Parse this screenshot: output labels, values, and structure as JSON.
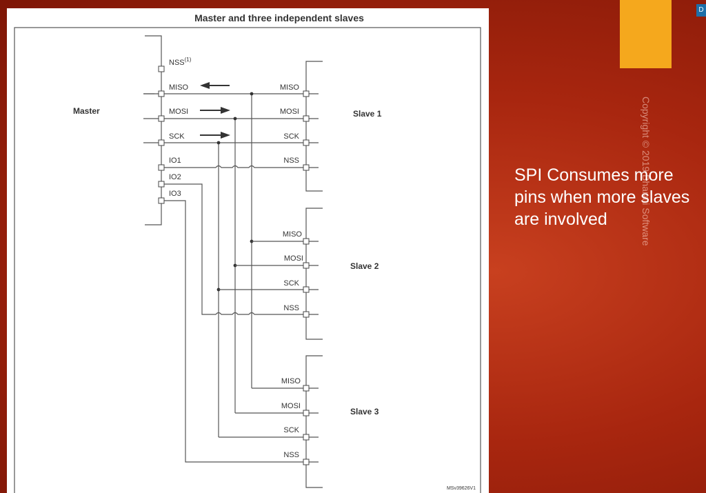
{
  "diagram": {
    "title": "Master and three independent slaves",
    "figure_id": "MSv39626V1",
    "master": {
      "label": "Master",
      "pins": [
        "NSS",
        "MISO",
        "MOSI",
        "SCK",
        "IO1",
        "IO2",
        "IO3"
      ],
      "nss_footnote": "(1)"
    },
    "slaves": [
      {
        "label": "Slave 1",
        "pins": [
          "MISO",
          "MOSI",
          "SCK",
          "NSS"
        ]
      },
      {
        "label": "Slave 2",
        "pins": [
          "MISO",
          "MOSI",
          "SCK",
          "NSS"
        ]
      },
      {
        "label": "Slave 3",
        "pins": [
          "MISO",
          "MOSI",
          "SCK",
          "NSS"
        ]
      }
    ]
  },
  "slide": {
    "caption": "SPI Consumes more pins when more slaves are involved",
    "watermark": "Copyright © 2019 Bharati Software",
    "accent_color": "#f5a81d",
    "background_color": "#a8260f"
  }
}
